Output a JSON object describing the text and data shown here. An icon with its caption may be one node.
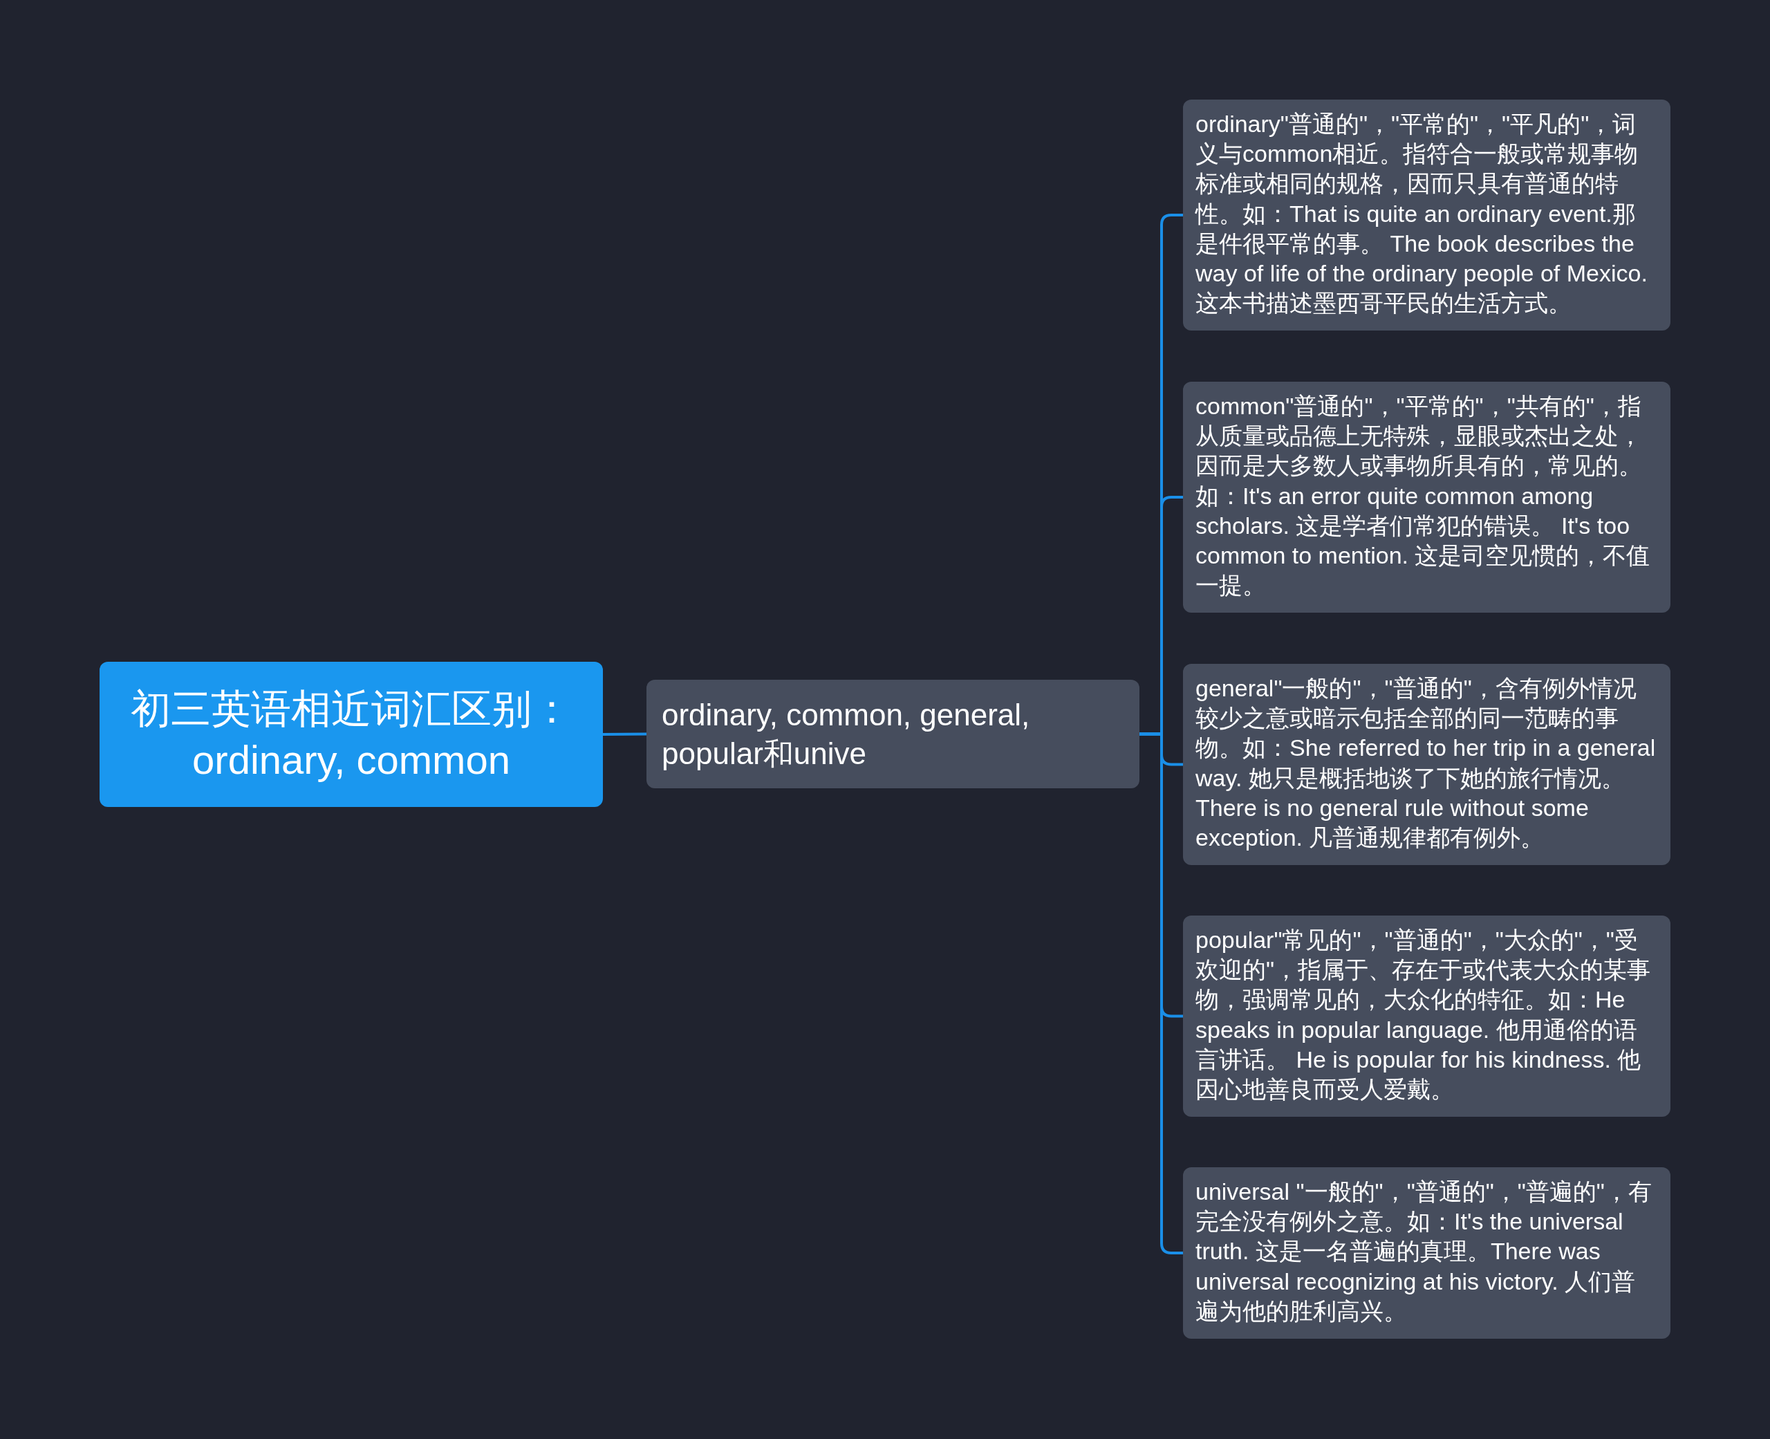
{
  "diagram": {
    "nodes": [
      {
        "text": [
          "初三英语相近词汇区别：ordinary, common"
        ]
      },
      {
        "text": [
          "ordinary, common, general, popular和unive"
        ]
      },
      {
        "text": [
          "ordinary\"普通的\"，\"平常的\"，\"平凡的\"，词义与common相近。指符合一般或常规事物标准或相同的规格，因而只具有普通的特性。如：That is quite an ordinary event.那是件很平常的事。 The book describes the way of life of the ordinary people of Mexico. 这本书描述墨西哥平民的生活方式。"
        ]
      },
      {
        "text": [
          "common\"普通的\"，\"平常的\"，\"共有的\"，指从质量或品德上无特殊，显眼或杰出之处，因而是大多数人或事物所具有的，常见的。如：It's an error quite common among scholars. 这是学者们常犯的错误。 It's too common to mention. 这是司空见惯的，不值一提。"
        ]
      },
      {
        "text": [
          "general\"一般的\"，\"普通的\"，含有例外情况较少之意或暗示包括全部的同一范畴的事物。如：She referred to her trip in a general way. 她只是概括地谈了下她的旅行情况。 There is no general rule without some exception. 凡普通规律都有例外。"
        ]
      },
      {
        "text": [
          "popular\"常见的\"，\"普通的\"，\"大众的\"，\"受欢迎的\"，指属于、存在于或代表大众的某事物，强调常见的，大众化的特征。如：He speaks in popular language. 他用通俗的语言讲话。 He is popular for his kindness. 他因心地善良而受人爱戴。"
        ]
      },
      {
        "text": [
          "universal \"一般的\"，\"普通的\"，\"普遍的\"，有完全没有例外之意。如：It's the universal truth. 这是一名普遍的真理。There was universal recognizing at his victory. 人们普遍为他的胜利高兴。"
        ]
      }
    ],
    "edges": [
      {
        "from": 0,
        "to": 1,
        "arrow": "none"
      },
      {
        "from": 1,
        "to": 2,
        "arrow": "none"
      },
      {
        "from": 1,
        "to": 3,
        "arrow": "none"
      },
      {
        "from": 1,
        "to": 4,
        "arrow": "none"
      },
      {
        "from": 1,
        "to": 5,
        "arrow": "none"
      },
      {
        "from": 1,
        "to": 6,
        "arrow": "none"
      }
    ]
  }
}
